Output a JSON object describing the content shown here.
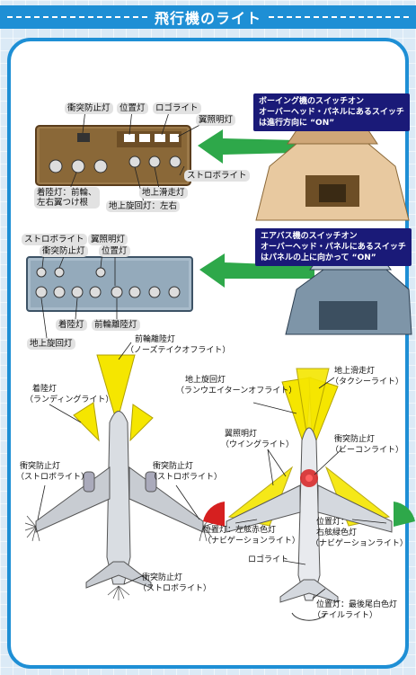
{
  "title": "飛行機のライト",
  "boeing_panel_labels": {
    "anticollision": "衝突防止灯",
    "position": "位置灯",
    "logo": "ロゴライト",
    "wing": "翼照明灯",
    "strobe": "ストロボライト",
    "landing": "着陸灯：前輪、\n左右翼つけ根",
    "taxi": "地上滑走灯",
    "runway_turnoff": "地上旋回灯：左右"
  },
  "airbus_panel_labels": {
    "strobe": "ストロボライト",
    "anticollision": "衝突防止灯",
    "wing": "翼照明灯",
    "position": "位置灯",
    "landing": "着陸灯",
    "nose_gear": "前輪離陸灯",
    "runway_turnoff": "地上旋回灯"
  },
  "boeing_note": {
    "line1": "ボーイング機のスイッチオン",
    "line2": "オーバーヘッド・パネルにあるスイッチ",
    "line3": "は進行方向に “ON”"
  },
  "airbus_note": {
    "line1": "エアバス機のスイッチオン",
    "line2": "オーバーヘッド・パネルにあるスイッチ",
    "line3": "はパネルの上に向かって “ON”"
  },
  "left_plane": {
    "nose_takeoff": "前輪離陸灯",
    "nose_takeoff_en": "（ノーズテイクオフライト）",
    "landing": "着陸灯",
    "landing_en": "（ランディングライト）",
    "strobe_left": "衝突防止灯",
    "strobe_left_en": "（ストロボライト）",
    "strobe_right": "衝突防止灯",
    "strobe_right_en": "（ストロボライト）",
    "strobe_tail": "衝突防止灯",
    "strobe_tail_en": "（ストロボライト）"
  },
  "right_plane": {
    "runway_turnoff": "地上旋回灯",
    "runway_turnoff_en": "（ランウエイターンオフライト）",
    "taxi": "地上滑走灯",
    "taxi_en": "（タクシーライト）",
    "wing": "翼照明灯",
    "wing_en": "（ウイングライト）",
    "beacon": "衝突防止灯",
    "beacon_en": "（ビーコンライト）",
    "nav_left": "位置灯：左舷赤色灯",
    "nav_left_en": "（ナビゲーションライト）",
    "nav_right": "位置灯：",
    "nav_right2": "右舷緑色灯",
    "nav_right_en": "（ナビゲーションライト）",
    "logo": "ロゴライト",
    "tail": "位置灯：最後尾白色灯",
    "tail_en": "（テイルライト）"
  },
  "colors": {
    "blue": "#1e8fd5",
    "navy": "#1a1a78",
    "yellow": "#f5e600",
    "green": "#2ea84a",
    "red": "#d62020"
  }
}
